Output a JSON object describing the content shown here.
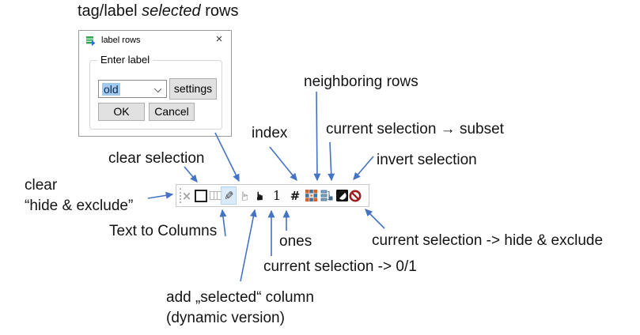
{
  "heading": {
    "part1": "tag/label ",
    "italic": "selected",
    "part2": " rows"
  },
  "dialog": {
    "title": "label rows",
    "close_glyph": "×",
    "group_label": "Enter label",
    "combo": {
      "value": "old"
    },
    "settings_label": "settings",
    "ok_label": "OK",
    "cancel_label": "Cancel"
  },
  "toolbar": {
    "buttons": [
      {
        "name": "clear-hide-exclude-button",
        "icon": "gray-x-icon",
        "glyph": "×"
      },
      {
        "name": "clear-selection-button",
        "icon": "square-outline-icon"
      },
      {
        "name": "text-to-columns-button",
        "icon": "three-columns-icon"
      },
      {
        "name": "tag-label-rows-button",
        "icon": "pencil-icon",
        "glyph": "✎"
      },
      {
        "name": "add-selected-column-button",
        "icon": "hand-outline-icon",
        "glyph": "☞"
      },
      {
        "name": "selection-to-01-button",
        "icon": "hand-filled-icon",
        "glyph": "☛"
      },
      {
        "name": "ones-button",
        "icon": "digit-one-icon",
        "glyph": "1"
      },
      {
        "name": "index-button",
        "icon": "hash-icon",
        "glyph": "#"
      },
      {
        "name": "neighboring-rows-button",
        "icon": "checkered-grid-icon"
      },
      {
        "name": "selection-to-subset-button",
        "icon": "subset-hierarchy-icon"
      },
      {
        "name": "invert-selection-button",
        "icon": "invert-contrast-icon"
      },
      {
        "name": "selection-to-hide-exclude-button",
        "icon": "no-entry-icon"
      }
    ]
  },
  "annotations": {
    "clear_selection": "clear selection",
    "clear_hide_exclude_line1": "clear",
    "clear_hide_exclude_line2": "“hide & exclude”",
    "text_to_columns": "Text to Columns",
    "index": "index",
    "neighboring_rows": "neighboring rows",
    "selection_subset": "current selection → subset",
    "invert_selection": "invert selection",
    "ones": "ones",
    "selection_01": "current selection -> 0/1",
    "selection_hide_exclude": "current selection -> hide & exclude",
    "add_selected_line1": "add „selected“ column",
    "add_selected_line2": "(dynamic version)"
  },
  "colors": {
    "arrow_blue": "#4472C4",
    "grid_orange": "#D2622A",
    "grid_blue": "#41749B",
    "subset_blue": "#44688C",
    "no_entry_red": "#9E1F1F",
    "dialog_icon_green": "#2FA84F",
    "selection_highlight": "#9FC9EE"
  }
}
